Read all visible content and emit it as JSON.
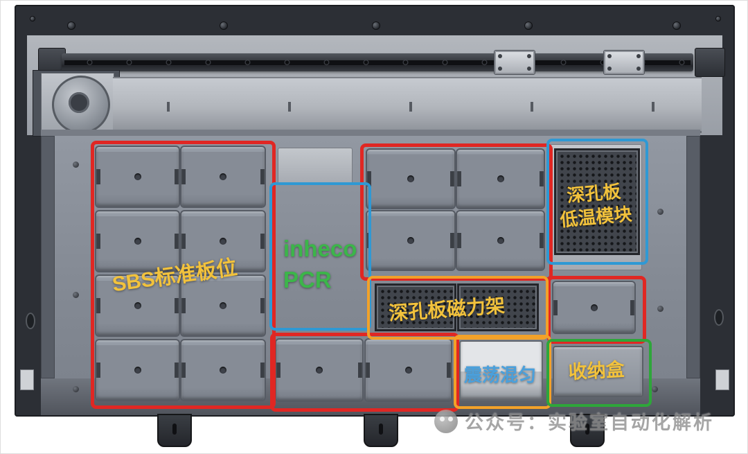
{
  "annotations": {
    "sbs": {
      "label": "SBS标准板位"
    },
    "inheco": {
      "line1": "inheco",
      "line2": "PCR"
    },
    "cold": {
      "line1": "深孔板",
      "line2": "低温模块"
    },
    "magnet": {
      "label": "深孔板磁力架"
    },
    "shake": {
      "label": "震荡混匀"
    },
    "storage": {
      "label": "收纳盒"
    }
  },
  "watermark": {
    "text": "公众号：实验室自动化解析"
  },
  "colors": {
    "red": "#e02723",
    "blue": "#2f99d4",
    "orange": "#f2a129",
    "green": "#2ea63a",
    "yellow_text": "#f2c23c",
    "green_text": "#3cb54a",
    "blue_text": "#4aa0dc"
  }
}
